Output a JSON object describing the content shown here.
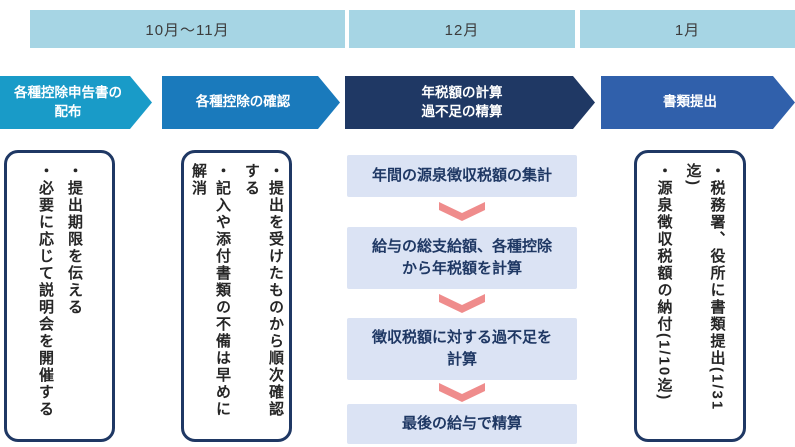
{
  "timeline": {
    "bars": [
      {
        "label": "10月〜11月"
      },
      {
        "label": "12月"
      },
      {
        "label": "1月"
      }
    ]
  },
  "steps": [
    {
      "label": "各種控除申告書の\n配布"
    },
    {
      "label": "各種控除の確認"
    },
    {
      "label": "年税額の計算\n過不足の精算"
    },
    {
      "label": "書類提出"
    }
  ],
  "notes": {
    "distribution": {
      "items": [
        "・提出期限を伝える",
        "・必要に応じて説明会を開催する"
      ]
    },
    "confirmation": {
      "items": [
        "・提出を受けたものから順次確認する",
        "・記入や添付書類の不備は早めに解消"
      ]
    },
    "submission": {
      "items": [
        "・税務署、役所に書類提出(1/31迄)",
        "・源泉徴収税額の納付(1/10迄)"
      ]
    }
  },
  "process": {
    "boxes": [
      {
        "label": "年間の源泉徴収税額の集計"
      },
      {
        "label": "給与の総支給額、各種控除\nから年税額を計算"
      },
      {
        "label": "徴収税額に対する過不足を\n計算"
      },
      {
        "label": "最後の給与で精算"
      }
    ]
  },
  "colors": {
    "timeline_bar": "#a6d5e4",
    "step1": "#199bc8",
    "step2": "#1a7abc",
    "step3": "#1f3864",
    "step4": "#3060ab",
    "process_box": "#dbe3f4",
    "arrow_down": "#ef8c8c",
    "note_border": "#1f3864"
  }
}
